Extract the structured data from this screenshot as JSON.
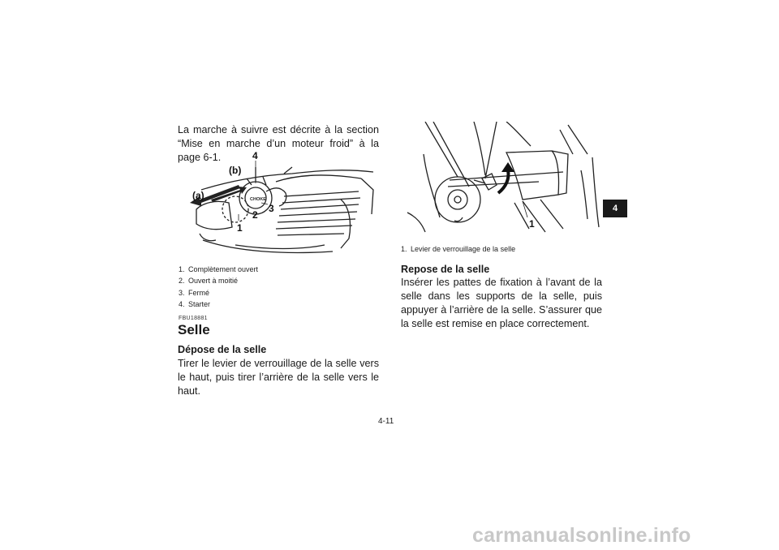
{
  "left": {
    "intro": "La marche à suivre est décrite à la section “Mise en marche d’un moteur froid” à la page 6-1.",
    "figure1": {
      "labels": [
        "4",
        "(b)",
        "(a)",
        "3",
        "2",
        "1"
      ],
      "knob_text": "CHOKE"
    },
    "captions": [
      {
        "num": "1.",
        "text": "Complètement ouvert"
      },
      {
        "num": "2.",
        "text": "Ouvert à moitié"
      },
      {
        "num": "3.",
        "text": "Fermé"
      },
      {
        "num": "4.",
        "text": "Starter"
      }
    ],
    "code": "FBU18881",
    "section_title": "Selle",
    "subheading": "Dépose de la selle",
    "body": "Tirer le levier de verrouillage de la selle vers le haut, puis tirer l’arrière de la selle vers le haut."
  },
  "right": {
    "figure2": {
      "label": "1"
    },
    "caption": {
      "num": "1.",
      "text": "Levier de verrouillage de la selle"
    },
    "subheading": "Repose de la selle",
    "body": "Insérer les pattes de fixation à l’avant de la selle dans les supports de la selle, puis appuyer à l’arrière de la selle. S’assurer que la selle est remise en place correctement."
  },
  "tab": "4",
  "page_number": "4-11",
  "watermark": "carmanualsonline.info"
}
